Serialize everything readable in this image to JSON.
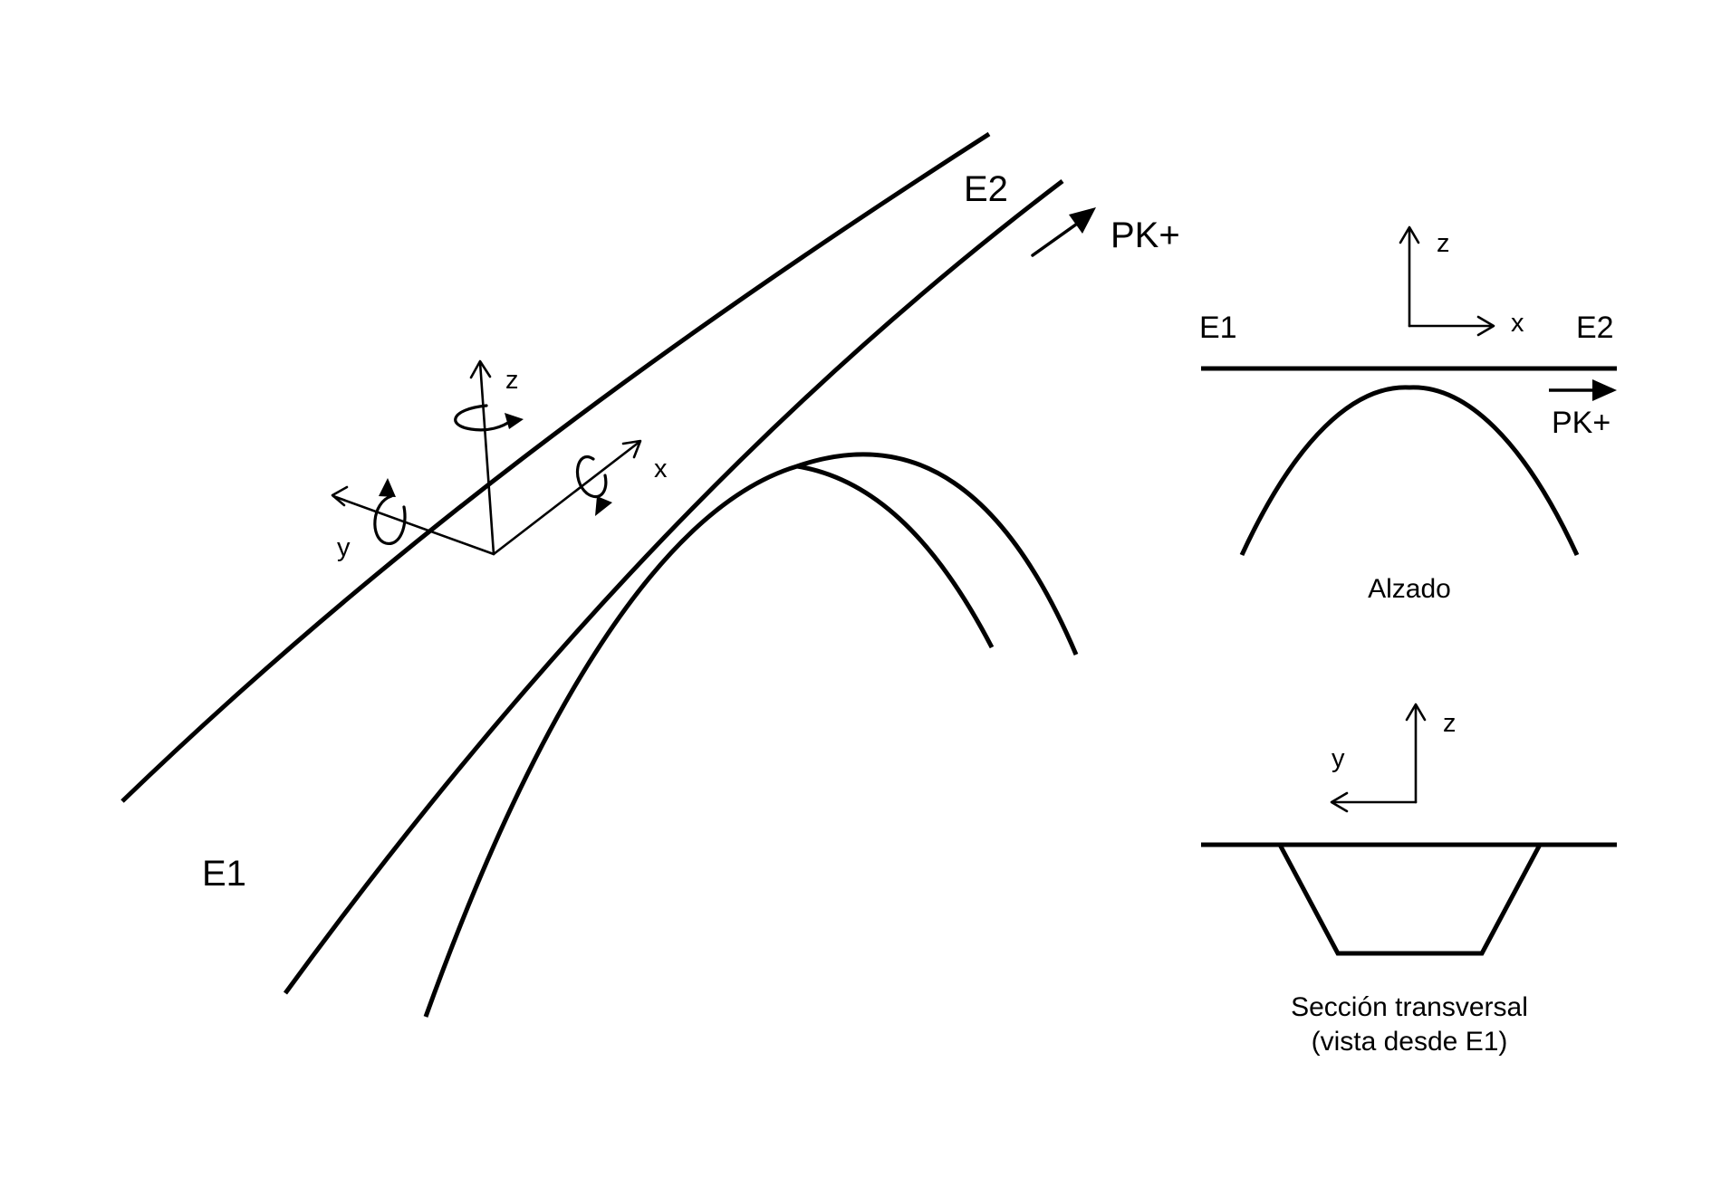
{
  "perspective": {
    "start_label": "E1",
    "end_label": "E2",
    "direction_label": "PK+",
    "axes": {
      "x": "x",
      "y": "y",
      "z": "z"
    }
  },
  "alzado": {
    "start_label": "E1",
    "end_label": "E2",
    "direction_label": "PK+",
    "axes": {
      "x": "x",
      "z": "z"
    },
    "caption": "Alzado"
  },
  "section": {
    "axes": {
      "y": "y",
      "z": "z"
    },
    "caption_line1": "Sección transversal",
    "caption_line2": "(vista desde E1)"
  }
}
